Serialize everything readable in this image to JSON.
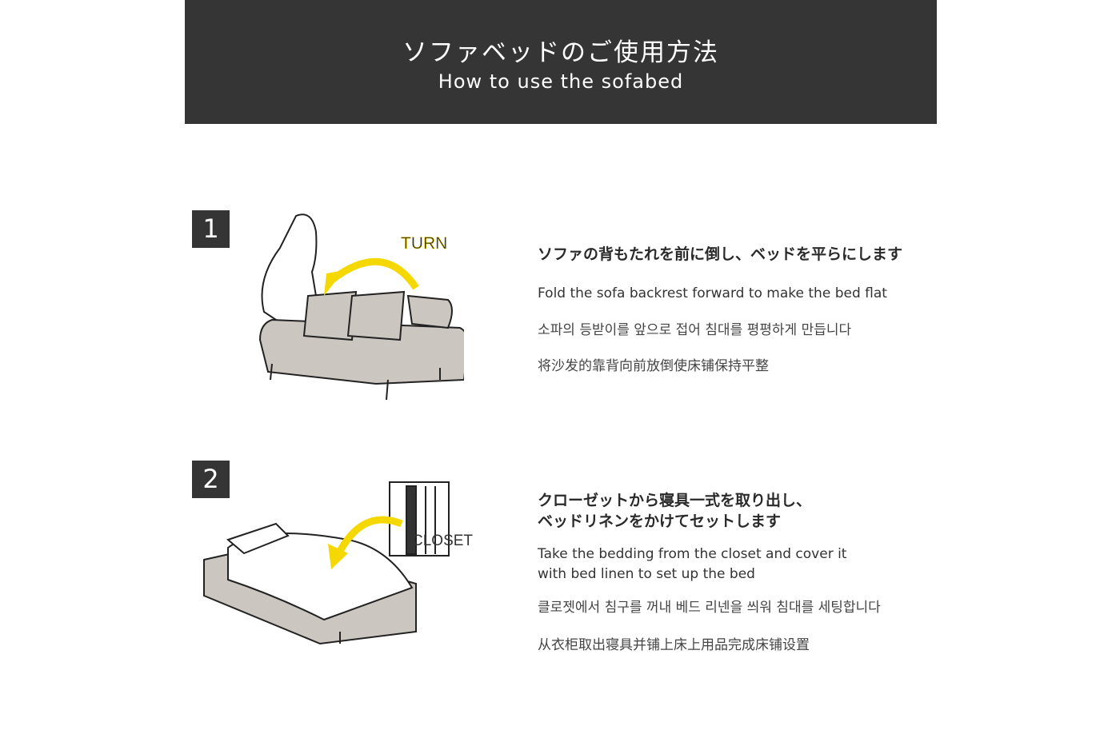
{
  "header": {
    "title_jp": "ソファベッドのご使用方法",
    "title_en": "How to use the sofabed"
  },
  "accent": "#f5d800",
  "steps": [
    {
      "number": "1",
      "label": "TURN",
      "jp": "ソファの背もたれを前に倒し、ベッドを平らにします",
      "en": "Fold the sofa backrest forward to make the bed flat",
      "ko": "소파의 등받이를 앞으로 접어 침대를 평평하게 만듭니다",
      "zh": "将沙发的靠背向前放倒使床铺保持平整"
    },
    {
      "number": "2",
      "label": "CLOSET",
      "jp_line1": "クローゼットから寝具一式を取り出し、",
      "jp_line2": "ベッドリネンをかけてセットします",
      "en_line1": "Take the bedding from the closet and cover it",
      "en_line2": "with bed linen to set up the bed",
      "ko": "클로젯에서 침구를 꺼내 베드 리넨을 씌워 침대를 세팅합니다",
      "zh": "从衣柜取出寝具并铺上床上用品完成床铺设置"
    }
  ]
}
